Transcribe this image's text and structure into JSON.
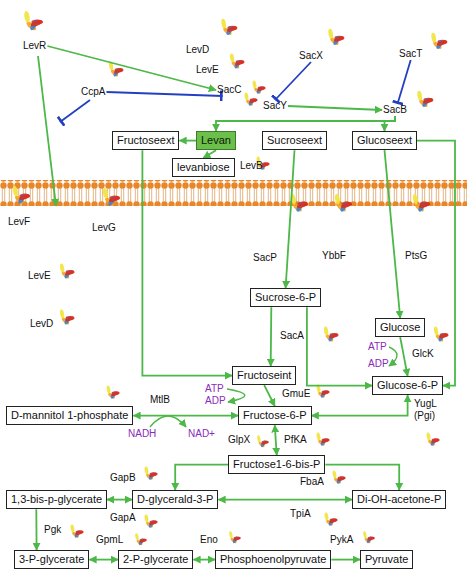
{
  "diagram": {
    "nodes": [
      {
        "text": [
          "LevR"
        ]
      },
      {
        "text": [
          "CcpA"
        ]
      },
      {
        "text": [
          "SacC"
        ]
      },
      {
        "text": [
          "SacX"
        ]
      },
      {
        "text": [
          "SacY"
        ]
      },
      {
        "text": [
          "SacT"
        ]
      },
      {
        "text": [
          "SacB"
        ]
      },
      {
        "text": [
          "Fructoseext"
        ]
      },
      {
        "text": [
          "Levan"
        ]
      },
      {
        "text": [
          "Sucroseext"
        ]
      },
      {
        "text": [
          "Glucoseext"
        ]
      },
      {
        "text": [
          "levanbiose"
        ]
      },
      {
        "text": [
          "Sucrose-6-P"
        ]
      },
      {
        "text": [
          "Glucose"
        ]
      },
      {
        "text": [
          "Fructoseint"
        ]
      },
      {
        "text": [
          "Glucose-6-P"
        ]
      },
      {
        "text": [
          "D-mannitol 1-phosphate"
        ]
      },
      {
        "text": [
          "Fructose-6-P"
        ]
      },
      {
        "text": [
          "Fructose1-6-bis-P"
        ]
      },
      {
        "text": [
          "1,3-bis-p-glycerate"
        ]
      },
      {
        "text": [
          "D-glycerald-3-P"
        ]
      },
      {
        "text": [
          "Di-OH-acetone-P"
        ]
      },
      {
        "text": [
          "3-P-glycerate"
        ]
      },
      {
        "text": [
          "2-P-glycerate"
        ]
      },
      {
        "text": [
          "Phosphoenolpyruvate"
        ]
      },
      {
        "text": [
          "Pyruvate"
        ]
      }
    ],
    "edges": [
      {
        "from": 0,
        "to": 2,
        "arrow": "to"
      },
      {
        "from": 1,
        "to": 2,
        "arrow": "to"
      },
      {
        "from": 3,
        "to": 4,
        "arrow": "to"
      },
      {
        "from": 4,
        "to": 6,
        "arrow": "to"
      },
      {
        "from": 5,
        "to": 6,
        "arrow": "to"
      },
      {
        "from": 6,
        "to": 8,
        "arrow": "to"
      },
      {
        "from": 6,
        "to": 10,
        "arrow": "to"
      },
      {
        "from": 8,
        "to": 7,
        "arrow": "to"
      },
      {
        "from": 8,
        "to": 11,
        "arrow": "to"
      },
      {
        "from": 7,
        "to": 14,
        "arrow": "to"
      },
      {
        "from": 9,
        "to": 12,
        "arrow": "to"
      },
      {
        "from": 12,
        "to": 14,
        "arrow": "to"
      },
      {
        "from": 12,
        "to": 15,
        "arrow": "to"
      },
      {
        "from": 10,
        "to": 13,
        "arrow": "to"
      },
      {
        "from": 10,
        "to": 15,
        "arrow": "to"
      },
      {
        "from": 13,
        "to": 15,
        "arrow": "to"
      },
      {
        "from": 14,
        "to": 17,
        "arrow": "to"
      },
      {
        "from": 15,
        "to": 17,
        "arrow": "both"
      },
      {
        "from": 17,
        "to": 16,
        "arrow": "both"
      },
      {
        "from": 17,
        "to": 18,
        "arrow": "both"
      },
      {
        "from": 18,
        "to": 20,
        "arrow": "to"
      },
      {
        "from": 18,
        "to": 21,
        "arrow": "to"
      },
      {
        "from": 21,
        "to": 20,
        "arrow": "both"
      },
      {
        "from": 20,
        "to": 19,
        "arrow": "both"
      },
      {
        "from": 19,
        "to": 22,
        "arrow": "to"
      },
      {
        "from": 22,
        "to": 23,
        "arrow": "both"
      },
      {
        "from": 23,
        "to": 24,
        "arrow": "both"
      },
      {
        "from": 24,
        "to": 25,
        "arrow": "to"
      }
    ],
    "labels": [
      "LevD",
      "LevE",
      "LevB",
      "LevF",
      "LevG",
      "LevE",
      "LevD",
      "SacP",
      "YbbF",
      "PtsG",
      "SacA",
      "ATP",
      "ADP",
      "GlcK",
      "MtlB",
      "ATP",
      "ADP",
      "GmuE",
      "NADH",
      "NAD+",
      "GlpX",
      "PfKA",
      "YugL (Pgi)",
      "GapB",
      "FbaA",
      "GapA",
      "TpiA",
      "Pgk",
      "GpmL",
      "Eno",
      "PykA"
    ]
  }
}
